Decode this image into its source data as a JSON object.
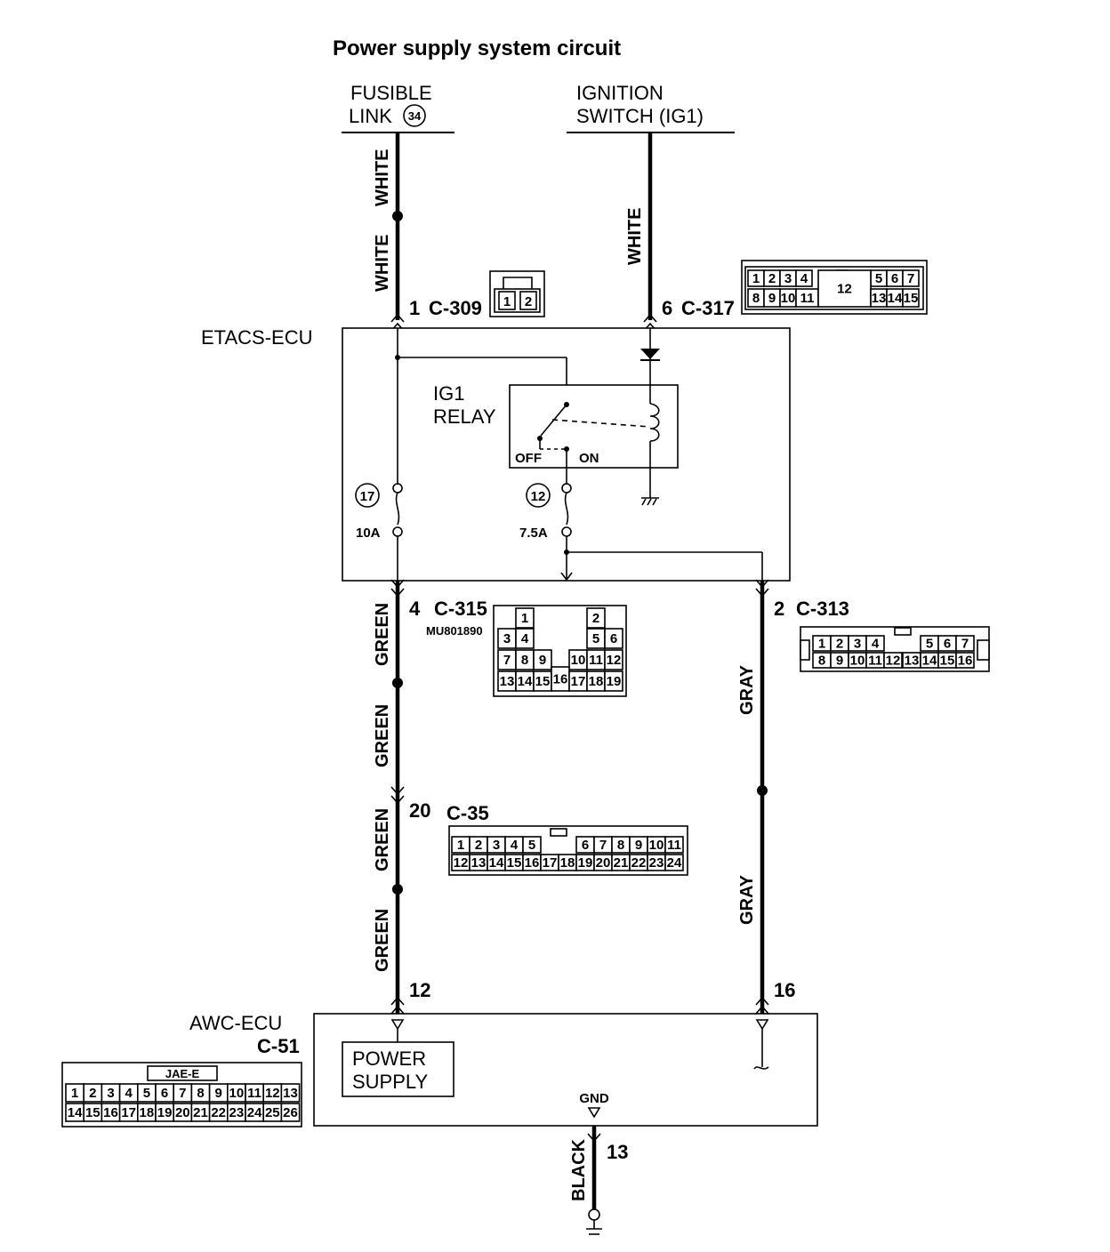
{
  "title": "Power supply system circuit",
  "sources": {
    "fusible_link": {
      "line1": "FUSIBLE",
      "line2": "LINK",
      "number": "34"
    },
    "ignition_switch": {
      "line1": "IGNITION",
      "line2": "SWITCH (IG1)"
    }
  },
  "etacs": {
    "label": "ETACS-ECU",
    "relay_line1": "IG1",
    "relay_line2": "RELAY",
    "relay_off": "OFF",
    "relay_on": "ON",
    "fuse_a": {
      "number": "17",
      "rating": "10A"
    },
    "fuse_b": {
      "number": "12",
      "rating": "7.5A"
    }
  },
  "connectors": {
    "c309": {
      "pin": "1",
      "name": "C-309",
      "cells": [
        "1",
        "2"
      ]
    },
    "c317": {
      "pin": "6",
      "name": "C-317",
      "cells": [
        "1",
        "2",
        "3",
        "4",
        "5",
        "6",
        "7",
        "8",
        "9",
        "10",
        "11",
        "12",
        "13",
        "14",
        "15"
      ]
    },
    "c315": {
      "pin": "4",
      "name": "C-315",
      "part": "MU801890",
      "cells": [
        "1",
        "2",
        "3",
        "4",
        "5",
        "6",
        "7",
        "8",
        "9",
        "10",
        "11",
        "12",
        "13",
        "14",
        "15",
        "16",
        "17",
        "18",
        "19"
      ]
    },
    "c313": {
      "pin": "2",
      "name": "C-313",
      "cells": [
        "1",
        "2",
        "3",
        "4",
        "5",
        "6",
        "7",
        "8",
        "9",
        "10",
        "11",
        "12",
        "13",
        "14",
        "15",
        "16"
      ]
    },
    "c35": {
      "pin": "20",
      "name": "C-35",
      "cells": [
        "1",
        "2",
        "3",
        "4",
        "5",
        "6",
        "7",
        "8",
        "9",
        "10",
        "11",
        "12",
        "13",
        "14",
        "15",
        "16",
        "17",
        "18",
        "19",
        "20",
        "21",
        "22",
        "23",
        "24"
      ]
    },
    "c51": {
      "name": "C-51",
      "type": "JAE-E",
      "cells": [
        "1",
        "2",
        "3",
        "4",
        "5",
        "6",
        "7",
        "8",
        "9",
        "10",
        "11",
        "12",
        "13",
        "14",
        "15",
        "16",
        "17",
        "18",
        "19",
        "20",
        "21",
        "22",
        "23",
        "24",
        "25",
        "26"
      ]
    }
  },
  "wires": {
    "white_1": "WHITE",
    "white_2": "WHITE",
    "white_3": "WHITE",
    "green_1": "GREEN",
    "green_2": "GREEN",
    "green_3": "GREEN",
    "green_4": "GREEN",
    "gray_1": "GRAY",
    "gray_2": "GRAY",
    "black": "BLACK"
  },
  "awc": {
    "label": "AWC-ECU",
    "connector": "C-51",
    "power_line1": "POWER",
    "power_line2": "SUPPLY",
    "gnd": "GND",
    "pin_power": "12",
    "pin_ig": "16",
    "pin_gnd": "13"
  }
}
